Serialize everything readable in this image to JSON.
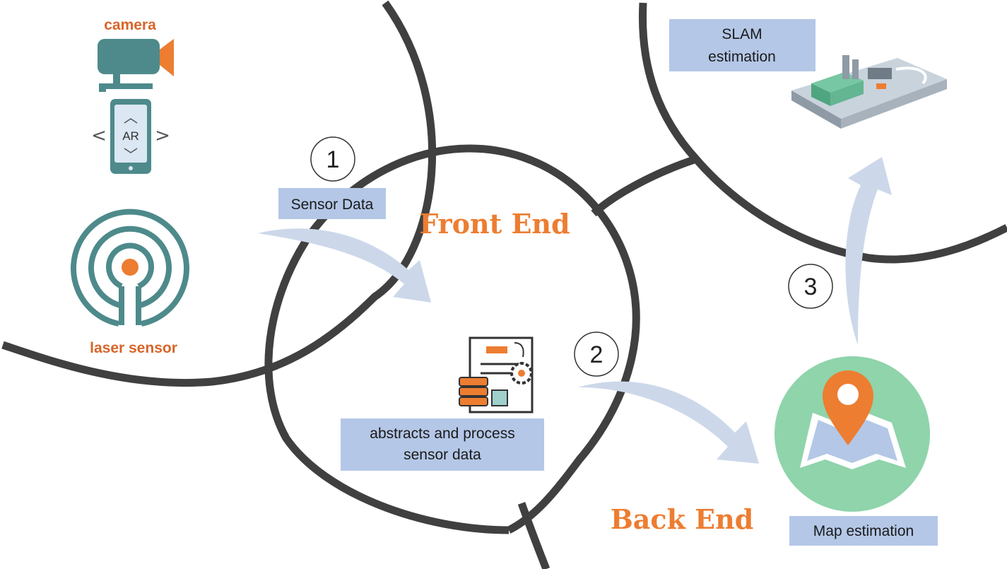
{
  "devices": {
    "camera_label": "camera",
    "ar_label": "AR",
    "laser_label": "laser sensor"
  },
  "steps": {
    "step1": "1",
    "step2": "2",
    "step3": "3"
  },
  "labels": {
    "sensor_data": "Sensor Data",
    "front_end": "Front End",
    "process_line1": "abstracts and process",
    "process_line2": "sensor data",
    "back_end": "Back End",
    "map_estimation": "Map estimation",
    "slam_line1": "SLAM",
    "slam_line2": "estimation"
  },
  "colors": {
    "ring": "#404040",
    "label_box": "#b4c7e7",
    "accent_orange": "#ed7d31",
    "teal": "#4e8a8b",
    "map_circle": "#8fd4ab",
    "arrow": "#ccd8ea"
  }
}
